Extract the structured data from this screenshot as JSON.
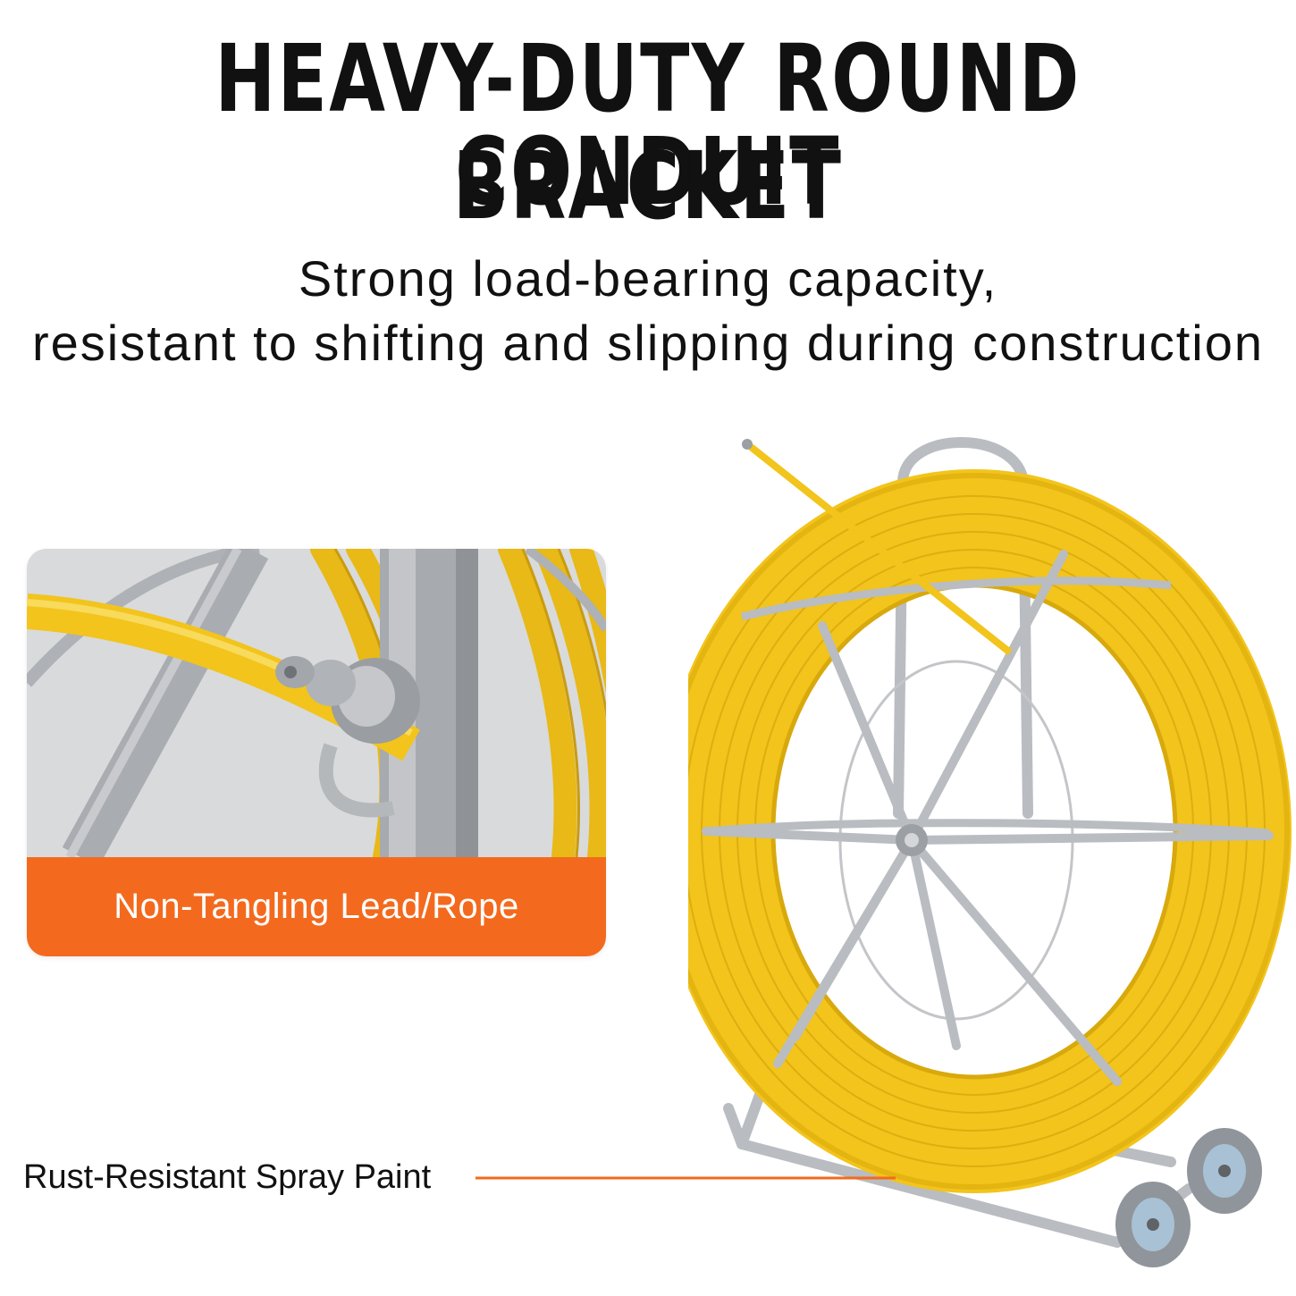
{
  "header": {
    "title_line1": "HEAVY-DUTY ROUND CONDUIT",
    "title_line2": "BRACKET",
    "subtitle_line1": "Strong load-bearing capacity,",
    "subtitle_line2": "resistant to shifting and slipping during construction"
  },
  "inset": {
    "label": "Non-Tangling Lead/Rope",
    "accent_color": "#f36a1e"
  },
  "callout": {
    "label": "Rust-Resistant Spray Paint",
    "line_color": "#f36a1e"
  },
  "colors": {
    "rod_yellow": "#f2c41c",
    "frame_silver": "#b9bcc0"
  }
}
